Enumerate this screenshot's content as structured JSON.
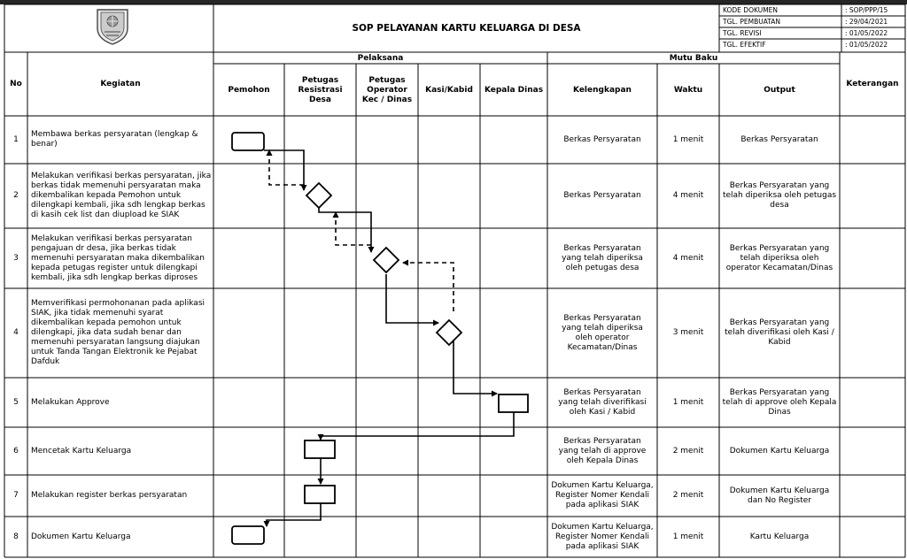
{
  "document": {
    "title": "SOP PELAYANAN KARTU KELUARGA DI DESA",
    "meta": [
      {
        "label": "KODE DOKUMEN",
        "value": ": SOP/PPP/15"
      },
      {
        "label": "TGL. PEMBUATAN",
        "value": ": 29/04/2021"
      },
      {
        "label": "TGL. REVISI",
        "value": ": 01/05/2022"
      },
      {
        "label": "TGL. EFEKTIF",
        "value": ": 01/05/2022"
      }
    ],
    "logo": "regency-coat-of-arms"
  },
  "header": {
    "no": "No",
    "kegiatan": "Kegiatan",
    "pelaksana": "Pelaksana",
    "mutu_baku": "Mutu Baku",
    "keterangan": "Keterangan",
    "actors": [
      "Pemohon",
      "Petugas Resistrasi Desa",
      "Petugas Operator Kec / Dinas",
      "Kasi/Kabid",
      "Kepala Dinas"
    ],
    "mutu": [
      "Kelengkapan",
      "Waktu",
      "Output"
    ]
  },
  "rows": [
    {
      "no": "1",
      "kegiatan": "Membawa berkas persyaratan (lengkap & benar)",
      "kelengkapan": "Berkas Persyaratan",
      "waktu": "1 menit",
      "output": "Berkas Persyaratan"
    },
    {
      "no": "2",
      "kegiatan": "Melakukan verifikasi berkas persyaratan, jika berkas tidak memenuhi persyaratan maka dikembalikan kepada Pemohon untuk dilengkapi kembali, jika sdh lengkap berkas di kasih cek list dan diupload ke SIAK",
      "kelengkapan": "Berkas Persyaratan",
      "waktu": "4 menit",
      "output": "Berkas Persyaratan yang telah diperiksa oleh petugas desa"
    },
    {
      "no": "3",
      "kegiatan": "Melakukan verifikasi berkas persyaratan pengajuan dr desa, jika berkas tidak memenuhi persyaratan maka dikembalikan kepada petugas register untuk dilengkapi kembali, jika sdh lengkap berkas diproses",
      "kelengkapan": "Berkas Persyaratan yang telah diperiksa oleh petugas desa",
      "waktu": "4 menit",
      "output": "Berkas Persyaratan yang telah diperiksa oleh operator Kecamatan/Dinas"
    },
    {
      "no": "4",
      "kegiatan": "Memverifikasi permohonanan pada aplikasi SIAK, jika tidak memenuhi syarat dikembalikan kepada pemohon untuk dilengkapi, jika data sudah benar dan memenuhi persyaratan langsung diajukan untuk Tanda Tangan Elektronik ke Pejabat Dafduk",
      "kelengkapan": "Berkas Persyaratan yang telah diperiksa oleh operator Kecamatan/Dinas",
      "waktu": "3 menit",
      "output": "Berkas Persyaratan yang telah diverifikasi oleh Kasi / Kabid"
    },
    {
      "no": "5",
      "kegiatan": "Melakukan Approve",
      "kelengkapan": "Berkas Persyaratan yang telah diverifikasi oleh Kasi / Kabid",
      "waktu": "1 menit",
      "output": "Berkas Persyaratan yang telah di approve oleh Kepala Dinas"
    },
    {
      "no": "6",
      "kegiatan": "Mencetak Kartu Keluarga",
      "kelengkapan": "Berkas Persyaratan yang telah di approve oleh Kepala Dinas",
      "waktu": "2 menit",
      "output": "Dokumen Kartu Keluarga"
    },
    {
      "no": "7",
      "kegiatan": "Melakukan register berkas persyaratan",
      "kelengkapan": "Dokumen Kartu Keluarga, Register Nomer Kendali pada aplikasi SIAK",
      "waktu": "2 menit",
      "output": "Dokumen Kartu Keluarga dan No Register"
    },
    {
      "no": "8",
      "kegiatan": "Dokumen Kartu Keluarga",
      "kelengkapan": "Dokumen Kartu Keluarga, Register Nomer Kendali pada aplikasi SIAK",
      "waktu": "1 menit",
      "output": "Kartu Keluarga"
    }
  ]
}
